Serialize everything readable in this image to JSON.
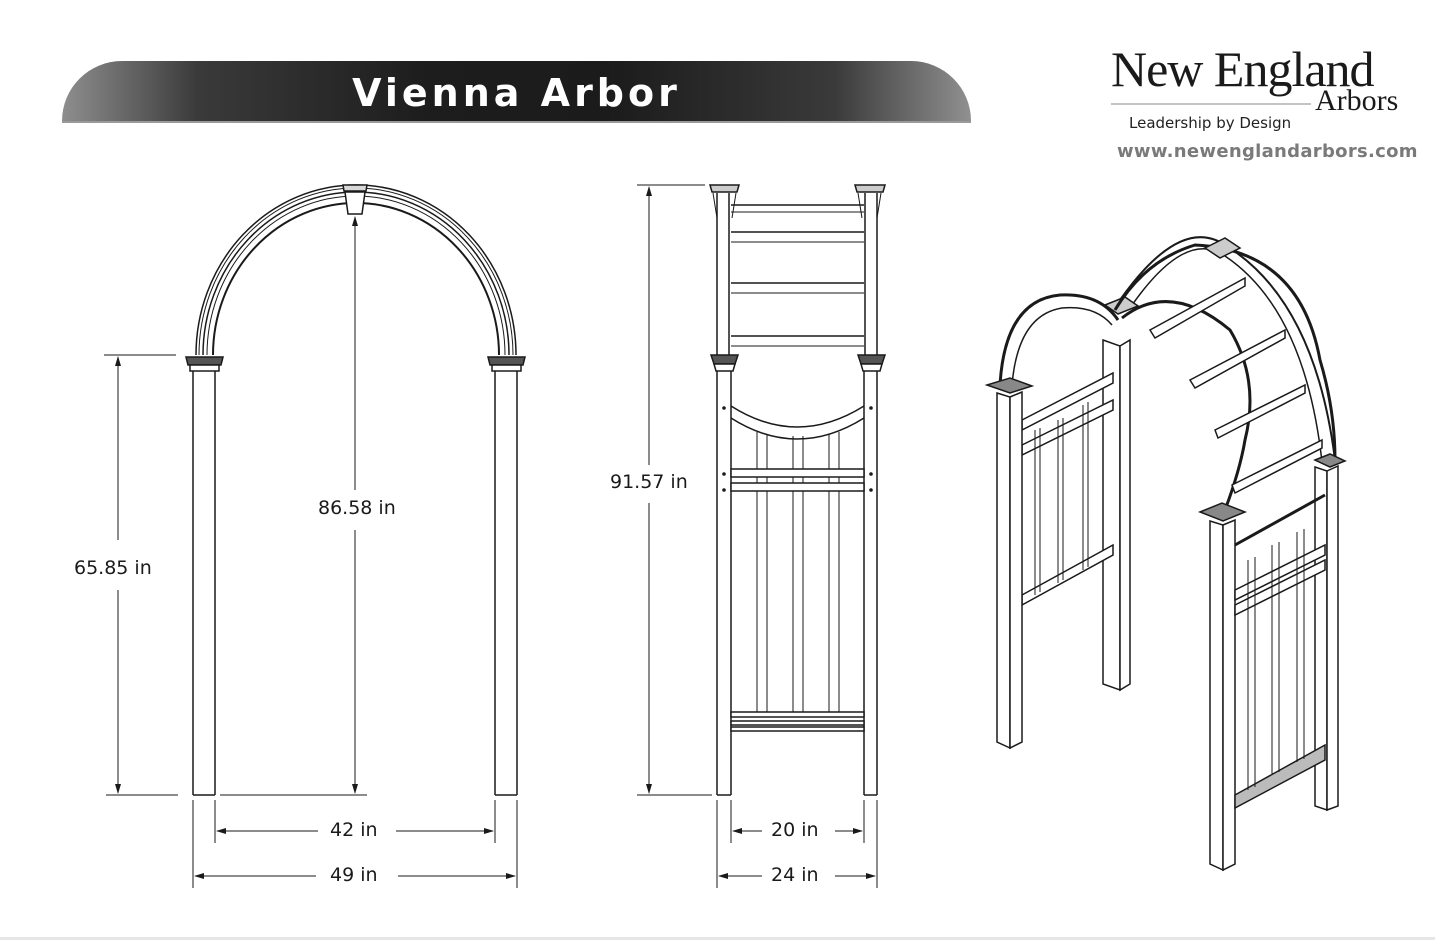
{
  "header": {
    "title": "Vienna Arbor"
  },
  "logo": {
    "brand_line1": "New England",
    "brand_line2": "Arbors",
    "tagline": "Leadership by Design",
    "url": "www.newenglandarbors.com"
  },
  "front_view": {
    "post_height": "65.85 in",
    "total_height": "86.58 in",
    "inner_width": "42 in",
    "outer_width": "49 in"
  },
  "side_view": {
    "total_height": "91.57 in",
    "inner_depth": "20 in",
    "outer_depth": "24 in"
  },
  "isometric_view": {
    "label": "isometric-arbor-drawing"
  },
  "colors": {
    "title_bar_dark": "#1b1b1b",
    "title_bar_edge": "#8e8e8e",
    "line": "#1a1a1a",
    "url_gray": "#7a7a7a"
  }
}
